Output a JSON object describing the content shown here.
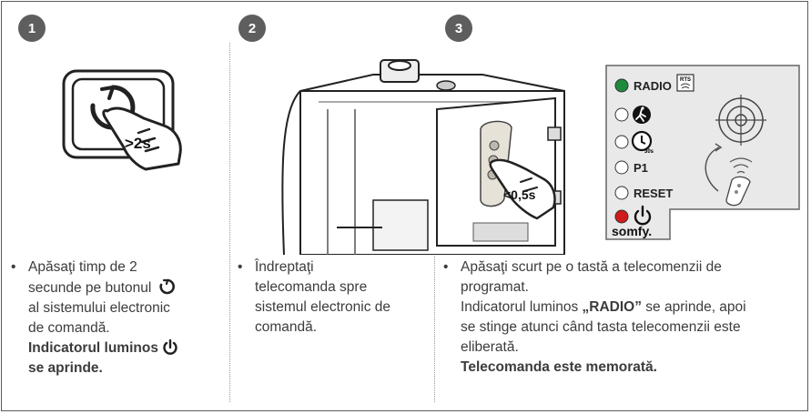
{
  "steps": [
    {
      "number": "1",
      "badge": ">2s",
      "lines": [
        "Apăsaţi timp de 2",
        "secunde pe butonul",
        "al sistemului electronic",
        "de comandă."
      ],
      "bold_lines": [
        "Indicatorul luminos",
        "se aprinde."
      ]
    },
    {
      "number": "2",
      "lines": [
        "Îndreptaţi",
        "telecomanda spre",
        "sistemul electronic de",
        "comandă."
      ]
    },
    {
      "number": "3",
      "badge": "<0,5s",
      "lines": [
        "Apăsaţi scurt pe o tastă a telecomenzii de",
        "programat."
      ],
      "indicator_prefix": "Indicatorul luminos ",
      "indicator_name": "„RADIO”",
      "indicator_suffix": " se aprinde, apoi",
      "more_lines": [
        "se stinge atunci când tasta telecomenzii este",
        "eliberată."
      ],
      "bold_line": "Telecomanda este memorată."
    }
  ],
  "panel": {
    "radio_label": "RADIO",
    "rts_label": "RTS",
    "timer_label": "30s",
    "p1_label": "P1",
    "reset_label": "RESET",
    "brand": "somfy.",
    "led_green": "#1e8a3c",
    "led_red": "#d11a1a"
  },
  "colors": {
    "step_badge": "#5e5e5e",
    "text": "#3c3c3c",
    "panel_bg": "#e9e9e9"
  }
}
